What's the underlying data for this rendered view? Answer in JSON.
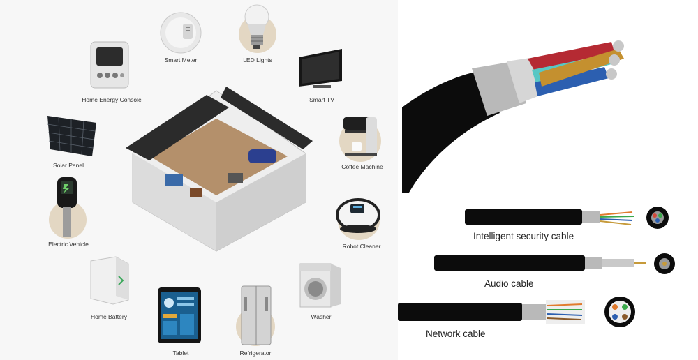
{
  "devices": {
    "smart_meter": "Smart Meter",
    "led_lights": "LED Lights",
    "home_energy_console": "Home Energy Console",
    "smart_tv": "Smart TV",
    "solar_panel": "Solar Panel",
    "coffee_machine": "Coffee Machine",
    "electric_vehicle": "Electric Vehicle",
    "robot_cleaner": "Robot Cleaner",
    "home_battery": "Home Battery",
    "washer": "Washer",
    "tablet": "Tablet",
    "refrigerator": "Refrigerator"
  },
  "cables": {
    "security": "Intelligent security cable",
    "audio": "Audio cable",
    "network": "Network cable"
  },
  "colors": {
    "accent_circle": "#e3d7c3",
    "cable_jacket": "#0c0c0c",
    "roof": "#2b2b2b"
  }
}
